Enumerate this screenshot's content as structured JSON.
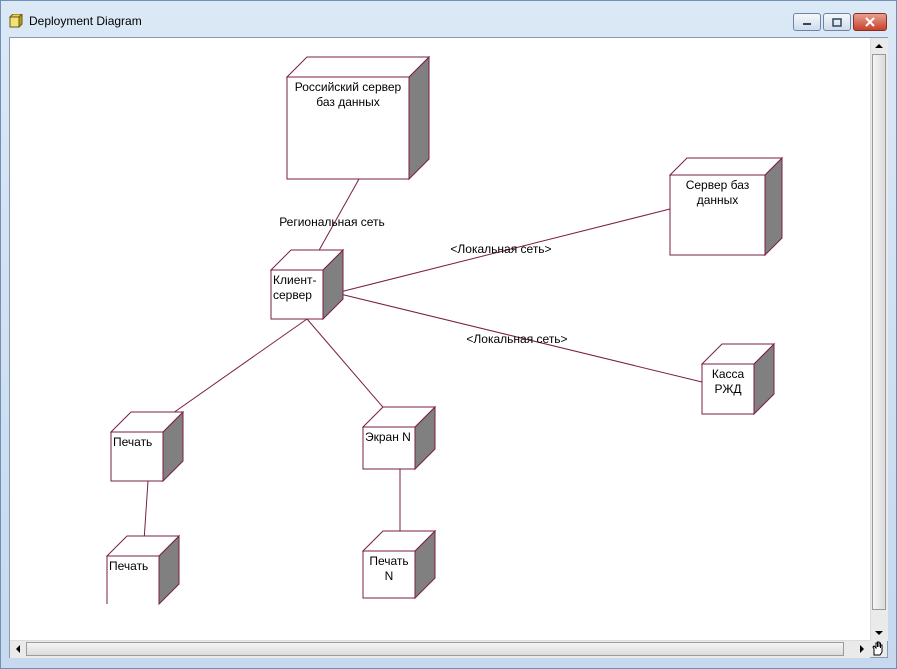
{
  "window": {
    "title": "Deployment Diagram"
  },
  "nodes": [
    {
      "id": "russian-server",
      "lines": [
        "Российский сервер",
        "баз данных"
      ]
    },
    {
      "id": "db-server",
      "lines": [
        "Сервер баз",
        "данных"
      ]
    },
    {
      "id": "client-server",
      "lines": [
        "Клиент-",
        "сервер"
      ]
    },
    {
      "id": "kassa",
      "lines": [
        "Касса",
        "РЖД"
      ]
    },
    {
      "id": "print-1",
      "lines": [
        "Печать"
      ]
    },
    {
      "id": "screen-n",
      "lines": [
        "Экран N"
      ]
    },
    {
      "id": "print-2",
      "lines": [
        "Печать"
      ]
    },
    {
      "id": "print-n",
      "lines": [
        "Печать",
        "N"
      ]
    }
  ],
  "connections": [
    {
      "from": "russian-server",
      "to": "client-server",
      "label": "Региональная сеть"
    },
    {
      "from": "client-server",
      "to": "db-server",
      "label": "<Локальная сеть>"
    },
    {
      "from": "client-server",
      "to": "kassa",
      "label": "<Локальная сеть>"
    },
    {
      "from": "client-server",
      "to": "print-1",
      "label": ""
    },
    {
      "from": "client-server",
      "to": "screen-n",
      "label": ""
    },
    {
      "from": "print-1",
      "to": "print-2",
      "label": ""
    },
    {
      "from": "screen-n",
      "to": "print-n",
      "label": ""
    }
  ],
  "colors": {
    "node_border": "#7a1e48",
    "node_shade": "#808080",
    "connector": "#7a1e48"
  },
  "icons": {
    "app": "diagram-icon",
    "minimize": "minimize-icon",
    "maximize": "maximize-icon",
    "close": "close-icon",
    "scroll_up": "arrow-up-icon",
    "scroll_down": "arrow-down-icon",
    "scroll_left": "arrow-left-icon",
    "scroll_right": "arrow-right-icon",
    "pan": "hand-icon"
  }
}
